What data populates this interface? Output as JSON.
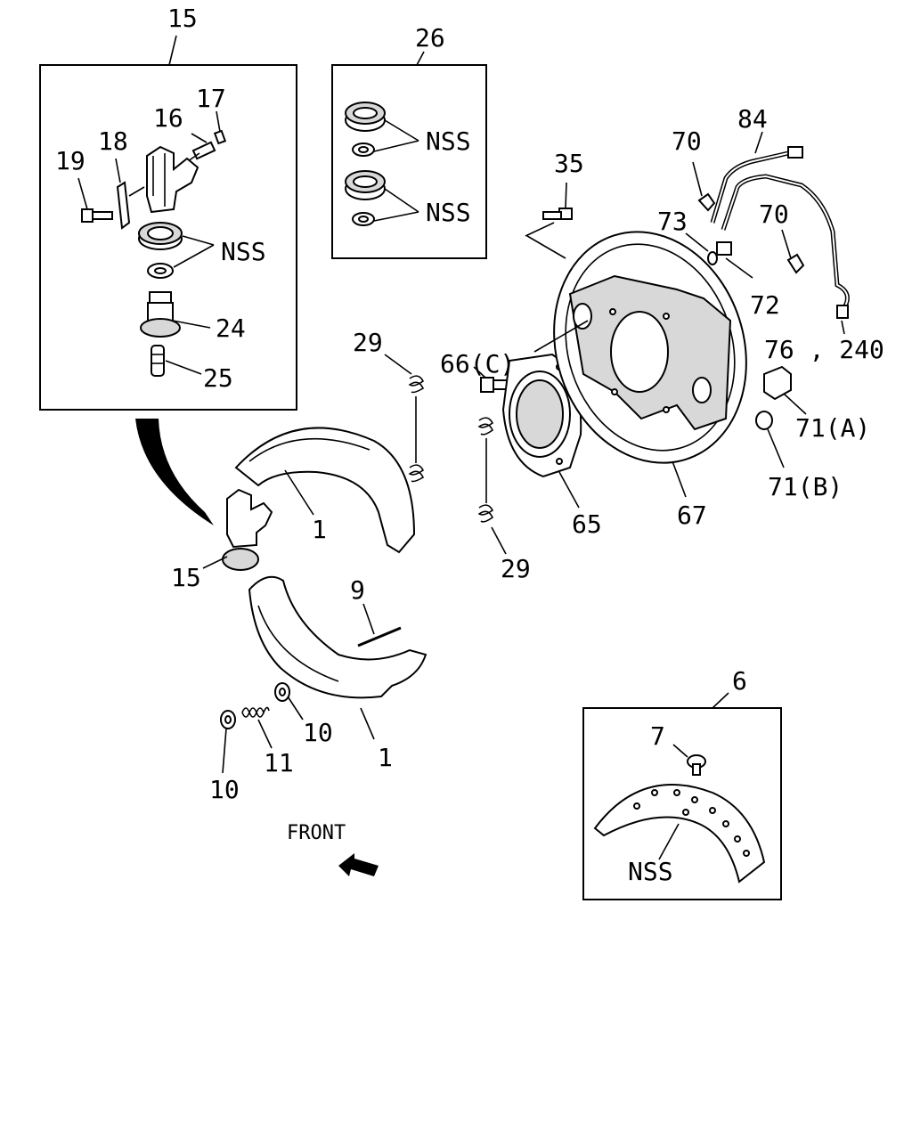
{
  "labels": {
    "l15_top": "15",
    "l26": "26",
    "l17": "17",
    "l16": "16",
    "l18": "18",
    "l19": "19",
    "nss_1": "NSS",
    "nss_2": "NSS",
    "nss_3": "NSS",
    "l24": "24",
    "l25": "25",
    "l35": "35",
    "l84": "84",
    "l70a": "70",
    "l70b": "70",
    "l73": "73",
    "l72": "72",
    "l76": "76 , 240",
    "l29a": "29",
    "l66": "66(C)",
    "l71a": "71(A)",
    "l71b": "71(B)",
    "l1a": "1",
    "l15_bot": "15",
    "l65": "65",
    "l67": "67",
    "l29b": "29",
    "l9": "9",
    "l10a": "10",
    "l10b": "10",
    "l11": "11",
    "l1b": "1",
    "l6": "6",
    "l7": "7",
    "nss_4": "NSS",
    "front": "FRONT"
  }
}
